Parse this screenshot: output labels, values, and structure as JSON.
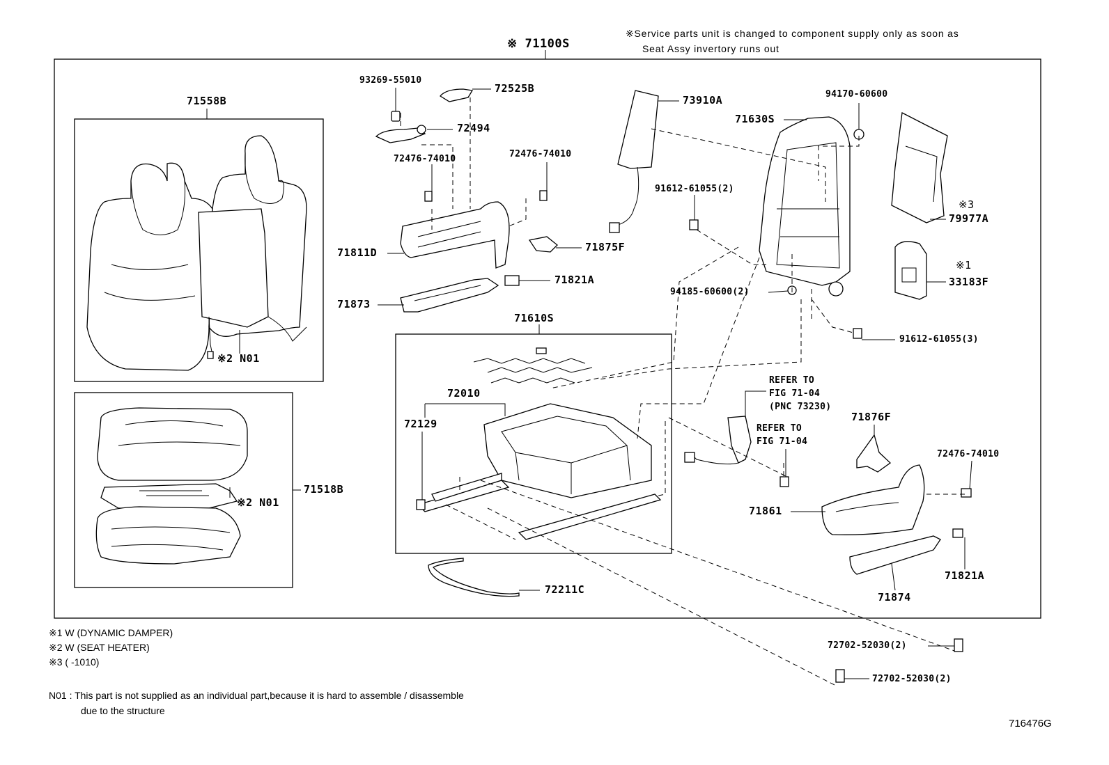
{
  "header_note": {
    "line1": "※Service parts unit is changed to component supply only as soon as",
    "line2": "Seat Assy invertory runs out"
  },
  "assembly_label": "※ 71100S",
  "parts": {
    "p71558B": "71558B",
    "p71518B": "71518B",
    "n01_back": "※2 N01",
    "n01_cushion": "※2 N01",
    "p93269": "93269-55010",
    "p72525B": "72525B",
    "p72494": "72494",
    "p72476_a": "72476-74010",
    "p72476_b": "72476-74010",
    "p72476_c": "72476-74010",
    "p71811D": "71811D",
    "p71875F": "71875F",
    "p71821A_a": "71821A",
    "p71821A_b": "71821A",
    "p71873": "71873",
    "p71610S": "71610S",
    "p72010": "72010",
    "p72129": "72129",
    "p72211C": "72211C",
    "p73910A": "73910A",
    "p71630S": "71630S",
    "p94170": "94170-60600",
    "p91612_2": "91612-61055(2)",
    "p94185": "94185-60600(2)",
    "p91612_3": "91612-61055(3)",
    "p79977A_mark": "※3",
    "p79977A": "79977A",
    "p33183F_mark": "※1",
    "p33183F": "33183F",
    "refer1_l1": "REFER TO",
    "refer1_l2": "FIG 71-04",
    "refer1_l3": "(PNC 73230)",
    "refer2_l1": "REFER TO",
    "refer2_l2": "FIG 71-04",
    "p71876F": "71876F",
    "p71861": "71861",
    "p71874": "71874",
    "p72702_a": "72702-52030(2)",
    "p72702_b": "72702-52030(2)"
  },
  "legend": {
    "l1": "※1  W (DYNAMIC  DAMPER)",
    "l2": "※2  W (SEAT HEATER)",
    "l3": "※3  (       -1010)",
    "n01_line1": "N01 : This part is not supplied as an individual part,because it is hard to assemble / disassemble",
    "n01_line2": "due to the structure"
  },
  "figure_id": "716476G"
}
